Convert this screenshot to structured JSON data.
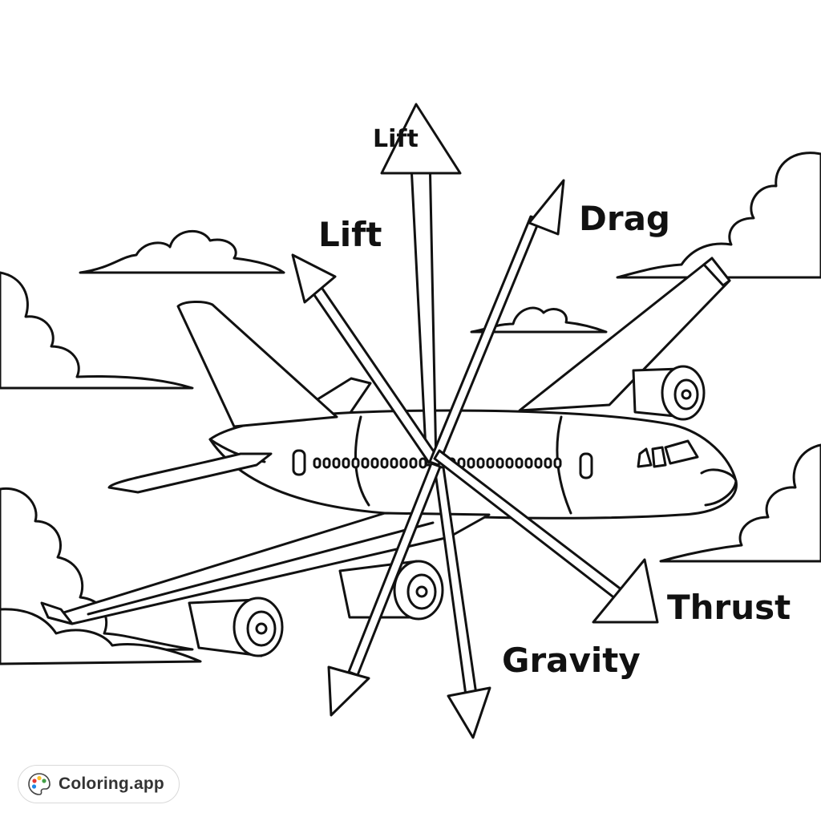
{
  "labels": {
    "lift_top": "Lift",
    "lift_left": "Lift",
    "drag": "Drag",
    "thrust": "Thrust",
    "gravity": "Gravity"
  },
  "badge": {
    "text": "Coloring.app",
    "icon": "palette-icon"
  },
  "colors": {
    "line": "#111111",
    "background": "#ffffff"
  }
}
